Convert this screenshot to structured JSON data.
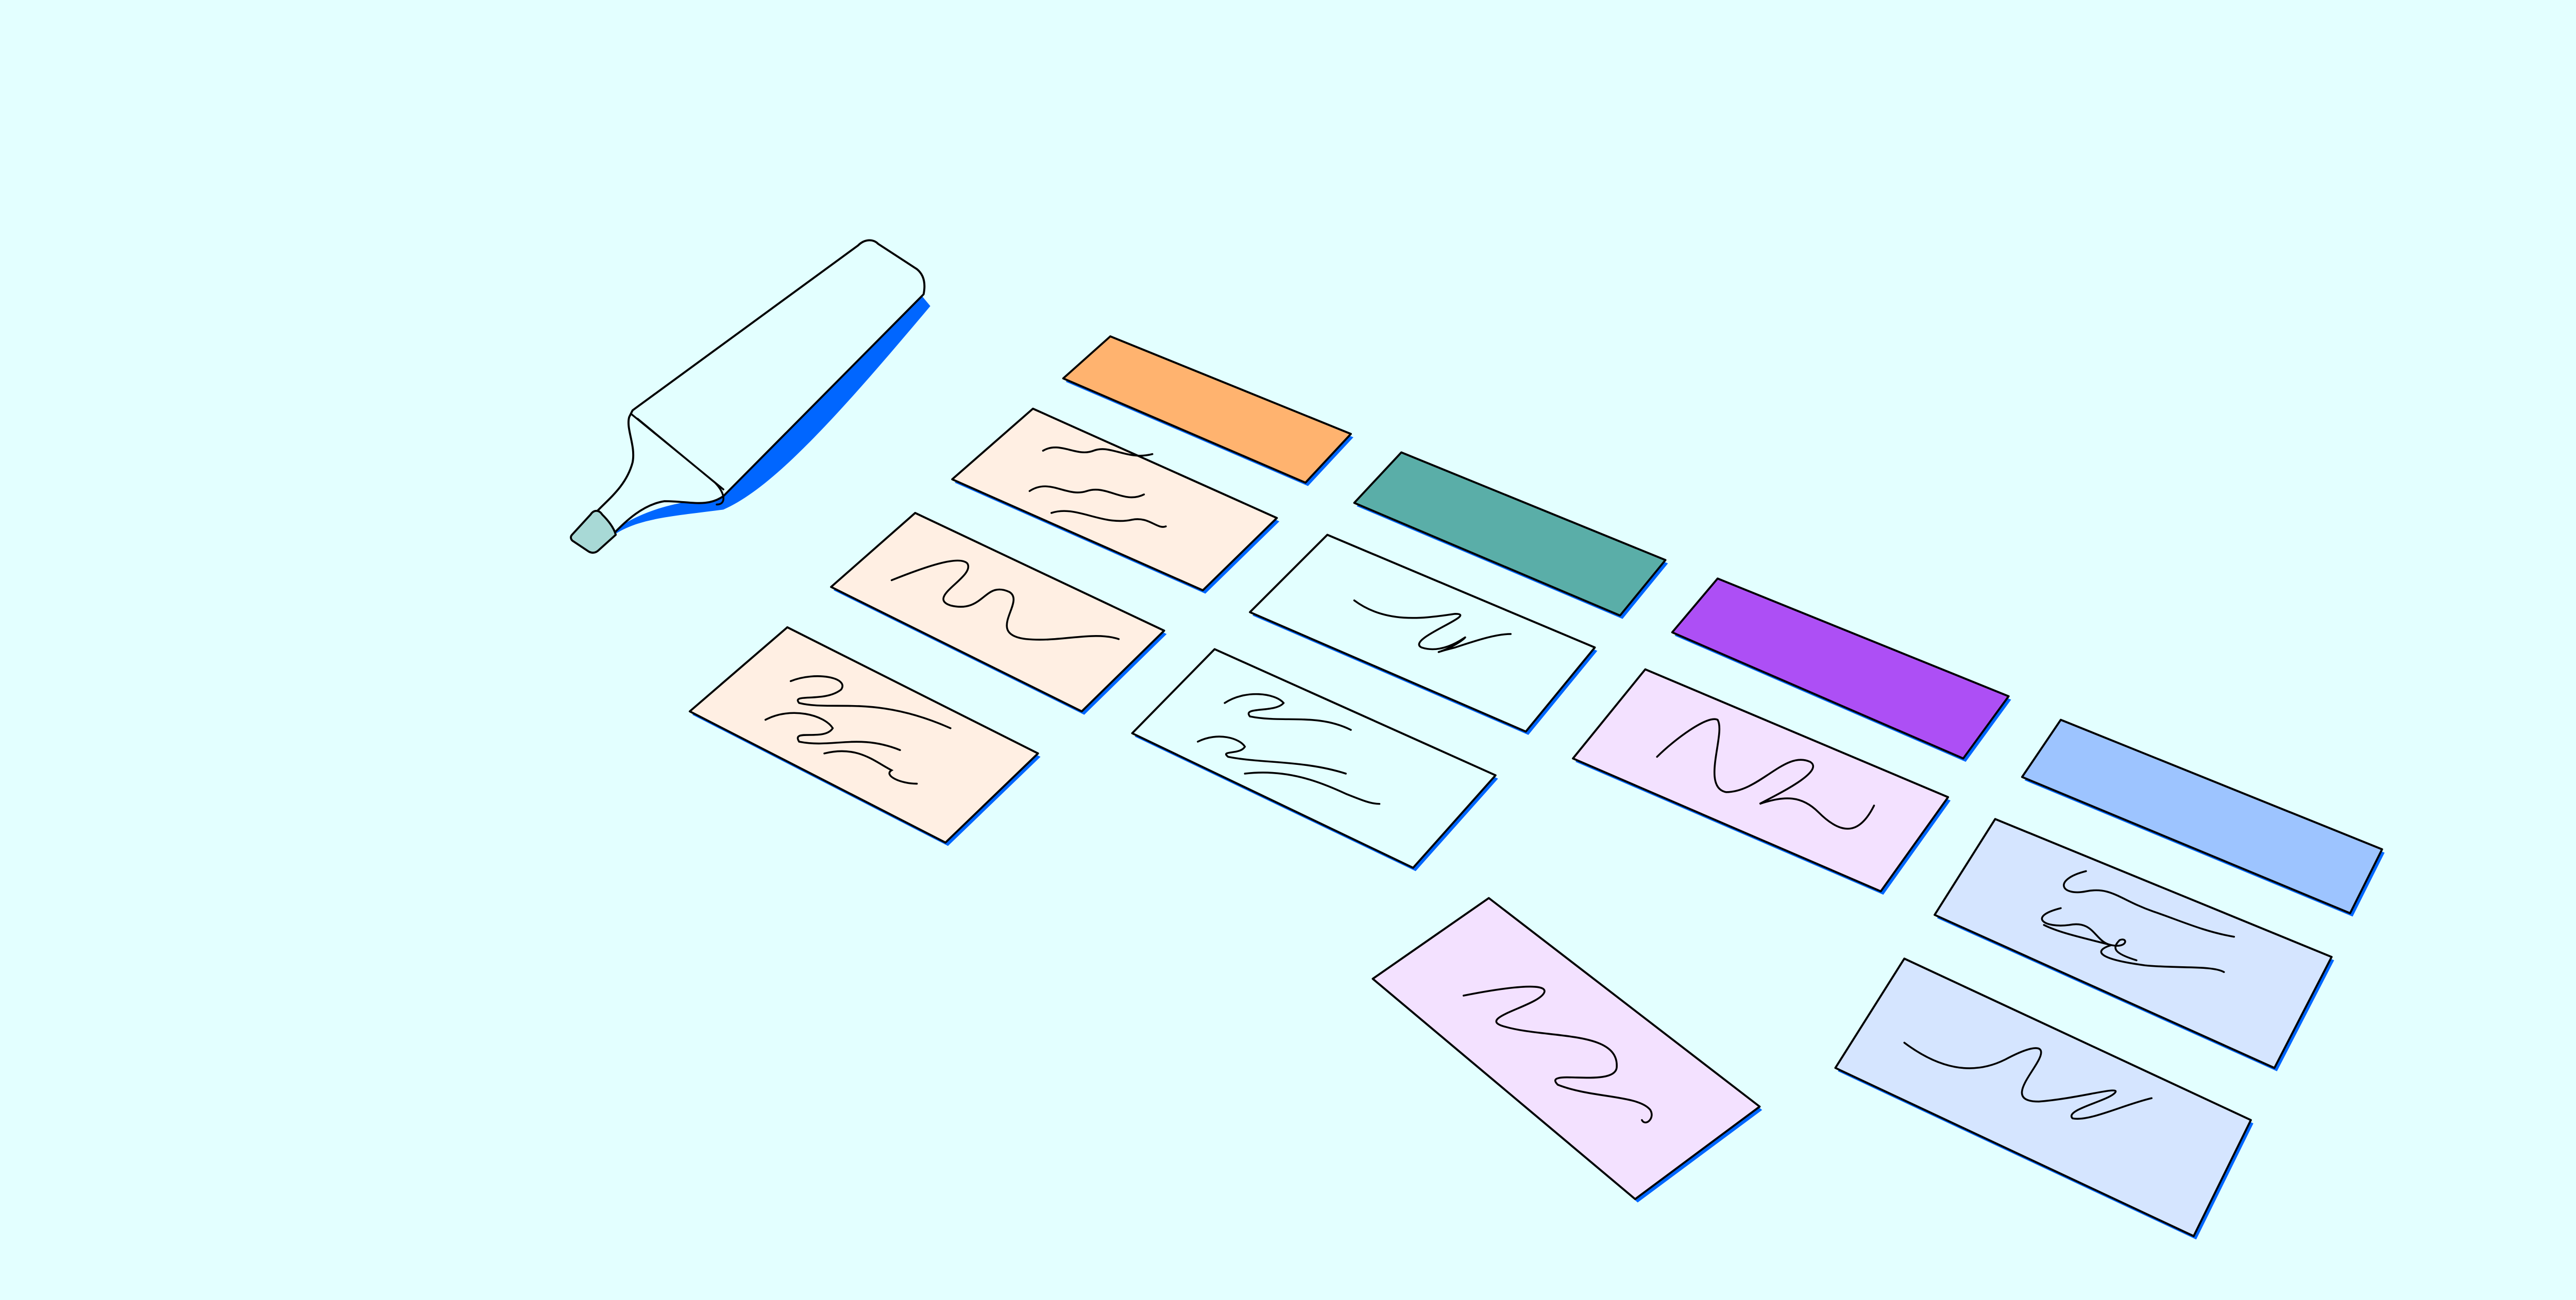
{
  "colors": {
    "background": "#e3ffff",
    "shadow": "#0066ff",
    "marker_tip": "#a8d9d6",
    "peach_card": "#ffefe3",
    "orange_strip": "#ffb36f",
    "teal_strip": "#5aaea8",
    "cyan_card": "#e3ffff",
    "purple_strip": "#ad4ff5",
    "lavender_card": "#f3e1ff",
    "blue_strip": "#9dc4ff",
    "light_blue_card": "#d5e5ff"
  },
  "illustration": {
    "objects": [
      "highlighter-marker",
      "color-strips",
      "note-cards-with-scribbles"
    ]
  }
}
